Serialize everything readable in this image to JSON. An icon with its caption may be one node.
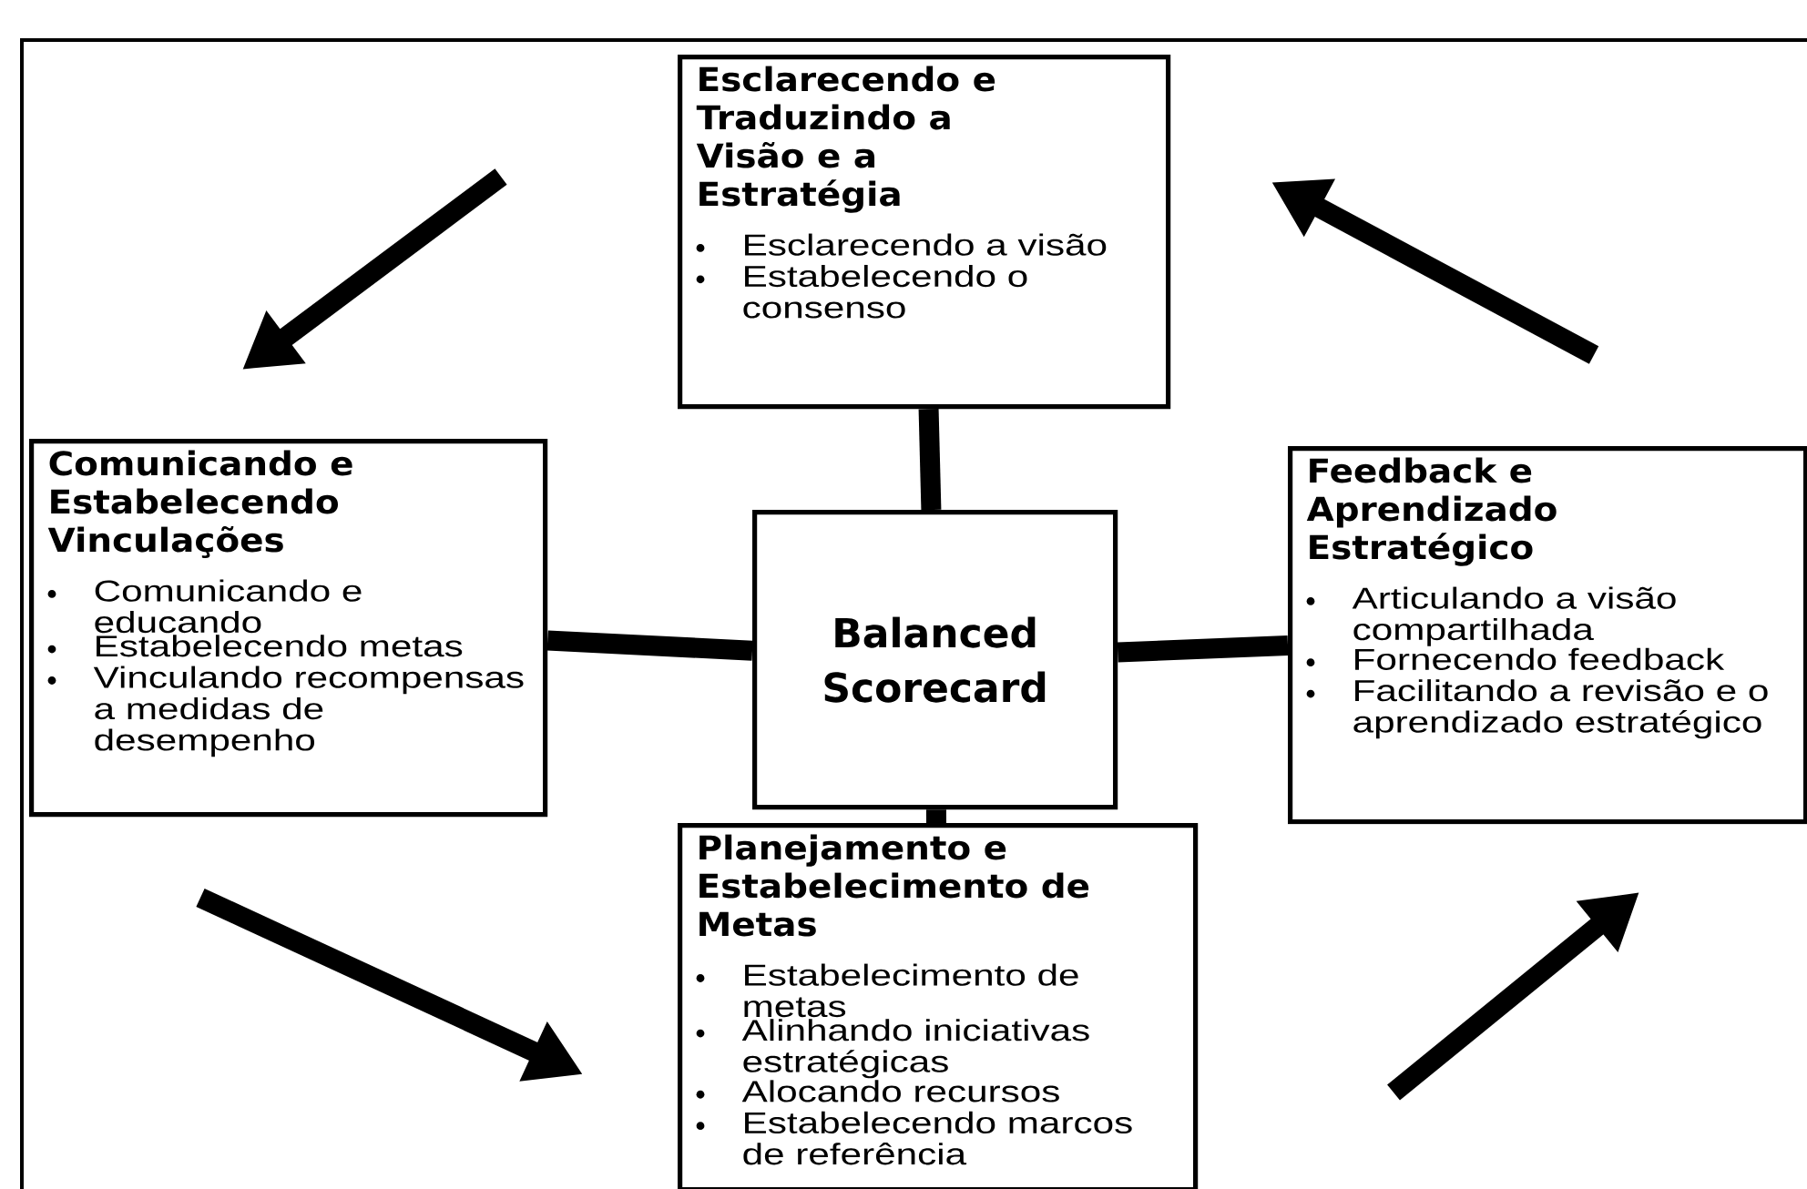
{
  "diagram": {
    "nodes": [
      {
        "text": [
          "Esclarecendo e Traduzindo a Visão e a Estratégia",
          "Esclarecendo a visão",
          "Estabelecendo o consenso"
        ]
      },
      {
        "text": [
          "Comunicando e Estabelecendo Vinculações",
          "Comunicando e educando",
          "Estabelecendo metas",
          "Vinculando recompensas a medidas de desempenho"
        ]
      },
      {
        "text": [
          "Balanced Scorecard"
        ]
      },
      {
        "text": [
          "Feedback e Aprendizado Estratégico",
          "Articulando a visão compartilhada",
          "Fornecendo feedback",
          "Facilitando a revisão e o aprendizado estratégico"
        ]
      },
      {
        "text": [
          "Planejamento e Estabelecimento de Metas",
          "Estabelecimento de metas",
          "Alinhando iniciativas estratégicas",
          "Alocando recursos",
          "Estabelecendo marcos de referência"
        ]
      }
    ],
    "edges": [
      {
        "from": 2,
        "to": 0,
        "arrow": "none"
      },
      {
        "from": 2,
        "to": 1,
        "arrow": "none"
      },
      {
        "from": 2,
        "to": 3,
        "arrow": "none"
      },
      {
        "from": 2,
        "to": 4,
        "arrow": "none"
      }
    ]
  }
}
